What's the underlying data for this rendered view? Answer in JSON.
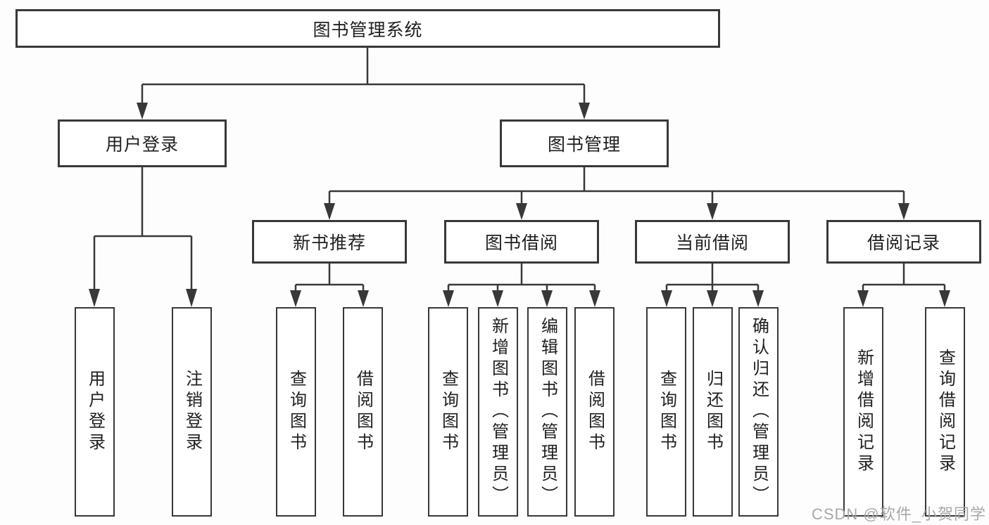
{
  "diagram": {
    "root": {
      "label": "图书管理系统"
    },
    "level1": [
      {
        "label": "用户登录"
      },
      {
        "label": "图书管理"
      }
    ],
    "level2": [
      {
        "label": "新书推荐"
      },
      {
        "label": "图书借阅"
      },
      {
        "label": "当前借阅"
      },
      {
        "label": "借阅记录"
      }
    ],
    "leaves": {
      "user_login": [
        {
          "label": "用户登录"
        },
        {
          "label": "注销登录"
        }
      ],
      "new_book": [
        {
          "label": "查询图书"
        },
        {
          "label": "借阅图书"
        }
      ],
      "book_borrow": [
        {
          "label": "查询图书"
        },
        {
          "label": "新增图书（管理员）"
        },
        {
          "label": "编辑图书（管理员）"
        },
        {
          "label": "借阅图书"
        }
      ],
      "current_borrow": [
        {
          "label": "查询图书"
        },
        {
          "label": "归还图书"
        },
        {
          "label": "确认归还（管理员）"
        }
      ],
      "borrow_records": [
        {
          "label": "新增借阅记录"
        },
        {
          "label": "查询借阅记录"
        }
      ]
    },
    "watermark": "CSDN @软件_小贺同学",
    "colors": {
      "line": "#383838",
      "text": "#1f1f1f",
      "box_background": "#ffffff",
      "page_background": "#fdfdfd",
      "watermark": "#a8a8a8"
    }
  }
}
